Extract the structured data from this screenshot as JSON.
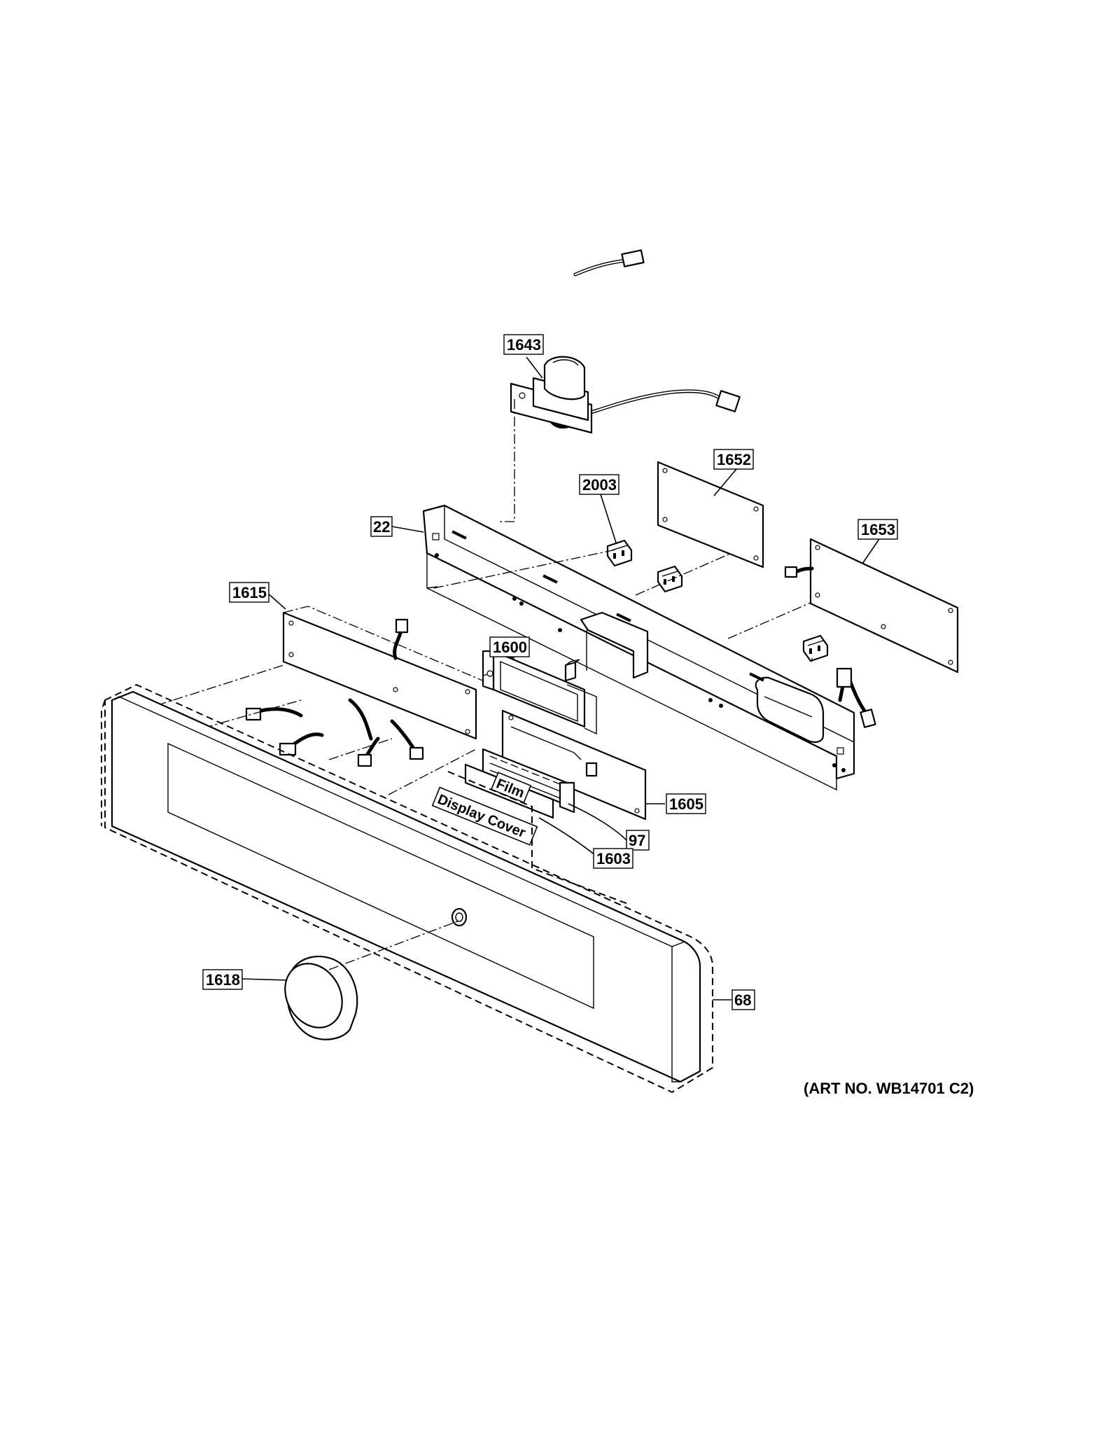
{
  "diagram": {
    "callouts": {
      "c1643": "1643",
      "c1652": "1652",
      "c2003": "2003",
      "c1653": "1653",
      "c22": "22",
      "c1615": "1615",
      "c1600": "1600",
      "c1605": "1605",
      "c97": "97",
      "c1603": "1603",
      "c1618": "1618",
      "c68": "68"
    },
    "part_tags": {
      "film": "Film",
      "display_cover": "Display Cover"
    },
    "art_number": "(ART NO. WB14701 C2)"
  }
}
